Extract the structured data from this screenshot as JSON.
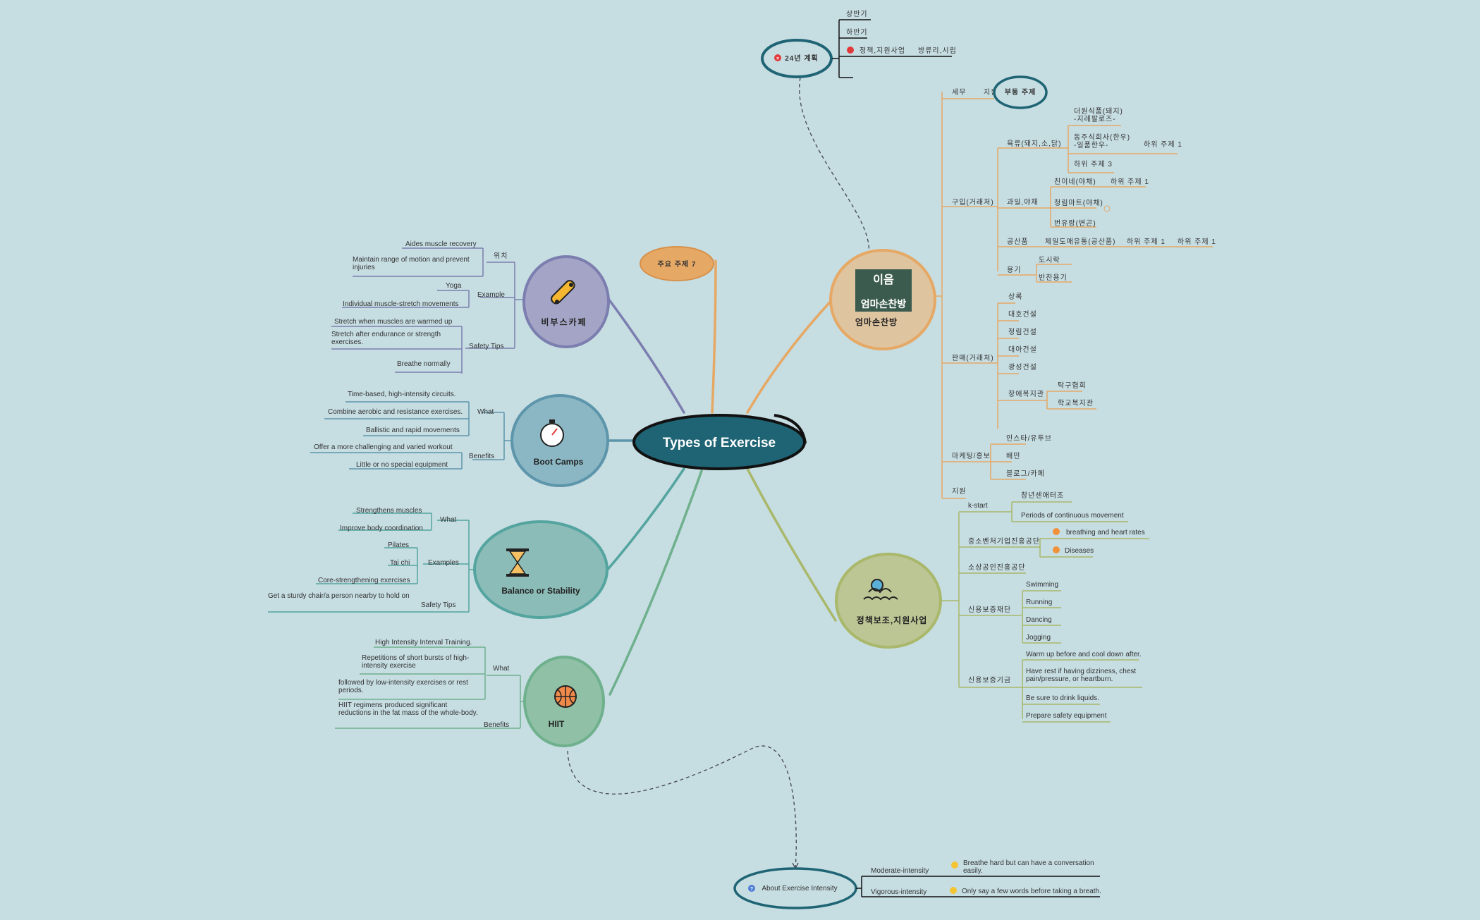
{
  "colors": {
    "background": "#c6dde2",
    "central_fill": "#1f6474",
    "orange": "#e6a865",
    "purple": "#7b7eae",
    "blue": "#5d95ab",
    "teal": "#54a49f",
    "green": "#6fb08d",
    "olive": "#a9b86a",
    "dark_blue": "#1f6474"
  },
  "central": {
    "title": "Types of Exercise"
  },
  "floating": {
    "label": "주요 주제 7"
  },
  "plan": {
    "title": "24년 계획",
    "items": [
      "상반기",
      "하반기",
      "정책,지원사업",
      ""
    ],
    "sub_label": "방류리,시립"
  },
  "intensity": {
    "title": "About Exercise Intensity",
    "items": [
      {
        "label": "Moderate-intensity",
        "note": "Breathe hard but can have a conversation easily.",
        "note_lines": [
          "Breathe hard but can have a conversation",
          "easily."
        ]
      },
      {
        "label": "Vigorous-intensity",
        "note": "Only say a few words before taking a breath.",
        "note_lines": [
          "Only say a few words before taking a breath."
        ]
      }
    ]
  },
  "branches": {
    "bbs": {
      "title": "비부스카페",
      "groups": [
        {
          "label": "위치",
          "items": [
            "Aides muscle recovery",
            "Maintain range of motion and prevent injuries"
          ]
        },
        {
          "label": "Example",
          "items": [
            "Yoga",
            "Individual muscle-stretch movements"
          ]
        },
        {
          "label": "Safety Tips",
          "items": [
            "Stretch when muscles are warmed up",
            "Stretch after endurance or strength exercises.",
            "Breathe normally"
          ]
        }
      ]
    },
    "boot": {
      "title": "Boot Camps",
      "groups": [
        {
          "label": "What",
          "items": [
            "Time-based, high-intensity circuits.",
            "Combine aerobic and resistance exercises.",
            "Ballistic and rapid movements"
          ]
        },
        {
          "label": "Benefits",
          "items": [
            "Offer a more challenging and varied workout",
            "Little or no special equipment"
          ]
        }
      ]
    },
    "balance": {
      "title": "Balance or Stability",
      "groups": [
        {
          "label": "What",
          "items": [
            "Strengthens muscles",
            "Improve body coordination"
          ]
        },
        {
          "label": "Examples",
          "items": [
            "Pilates",
            "Tai chi",
            "Core-strengthening exercises"
          ]
        },
        {
          "label": "Safety Tips",
          "items": [
            "Get a sturdy chair/a person nearby to hold on"
          ]
        }
      ]
    },
    "hiit": {
      "title": "HIIT",
      "groups": [
        {
          "label": "What",
          "items": [
            "High Intensity Interval Training.",
            "Repetitions of short bursts of high-intensity exercise",
            "followed by low-intensity exercises or rest periods."
          ]
        },
        {
          "label": "Benefits",
          "items": [
            "HIIT regimens produced significant reductions in the fat mass of the whole-body."
          ]
        }
      ]
    },
    "mom": {
      "title": "엄마손찬방",
      "logo_text": "엄마손찬방",
      "labels": {
        "semu": "세무",
        "jiwon": "지원",
        "bottom_topic": "부동 주제",
        "gumae": "구입(거래처)",
        "meat": "육류(돼지,소,닭)",
        "meat_sub1": "더원식품(돼지)",
        "meat_sub1b": "-지레팔로즈-",
        "meat_sub2": "동주식회사(한우)",
        "meat_sub2b": "-일품한우-",
        "meat_sub3": "하위 주제 3",
        "meat_sub_topic": "하위 주제 1",
        "fruit": "과일,야채",
        "fruit_sub1": "친이네(야채)",
        "fruit_sub1_topic": "하위 주제 1",
        "fruit_sub2": "청림마트(야채)",
        "fruit_sub3": "번유랑(변곤)",
        "processed": "공산품",
        "processed_sub": "제일도매유통(공산품)",
        "processed_t1": "하위 주제 1",
        "processed_t2": "하위 주제 1",
        "container": "용기",
        "container_sub1": "도시락",
        "container_sub2": "반찬용기",
        "sales": "판매(거래처)",
        "sales_items": [
          "상록",
          "대호건설",
          "정림건설",
          "대아건설",
          "광성건설",
          "장애복지관"
        ],
        "welfare_sub1": "탁구협회",
        "welfare_sub2": "학교복지관",
        "marketing": "마케팅/홍보",
        "marketing_items": [
          "인스타/유투브",
          "배민",
          "블로그/카페"
        ],
        "support": "지원"
      }
    },
    "policy": {
      "title": "정책보조,지원사업",
      "labels": {
        "kstart": "k-start",
        "kstart_sub": "창년센애터조",
        "kstart_sub2": "Periods of continuous movement",
        "sme": "중소벤처기업진흥공단",
        "sme_sub1": "breathing and heart rates",
        "sme_sub2": "Diseases",
        "semas": "소상공인진흥공단",
        "credit": "신용보증재단",
        "credit_items": [
          "Swimming",
          "Running",
          "Dancing",
          "Jogging"
        ],
        "fund": "신용보증기금",
        "fund_items": [
          "Warm up before and cool down after.",
          "Have rest if having dizziness, chest pain/pressure, or heartburn.",
          "Be sure to drink liquids.",
          "Prepare safety equipment"
        ]
      }
    }
  }
}
